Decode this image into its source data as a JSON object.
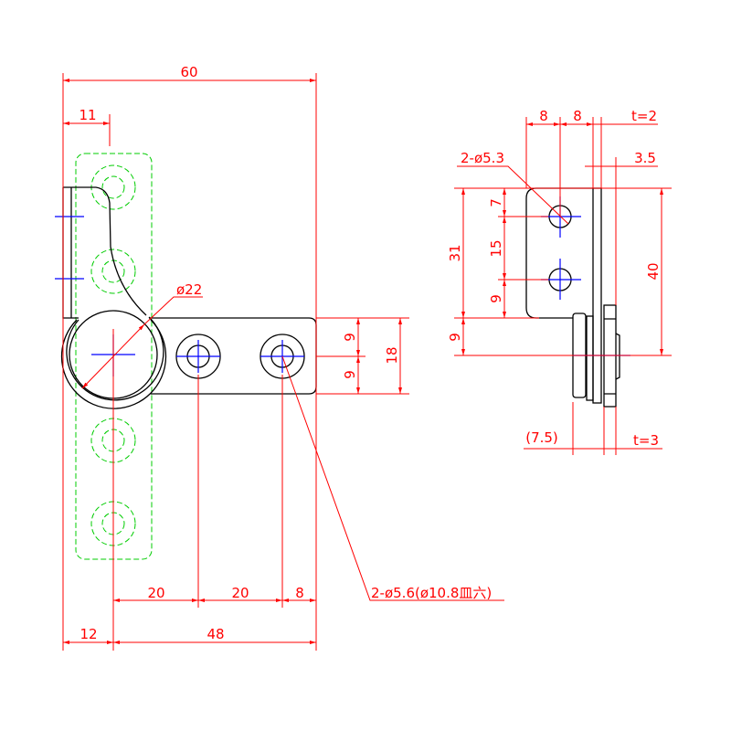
{
  "front_view": {
    "dims": {
      "overall_width": "60",
      "flange_offset": "11",
      "pivot_diameter": "ø22",
      "arm_half_top": "9",
      "arm_half_bottom": "9",
      "arm_height": "18",
      "hole_pitch_1": "20",
      "hole_pitch_2": "20",
      "end_margin": "8",
      "left_offset": "12",
      "arm_length": "48"
    },
    "hole_callout": "2-ø5.6(ø10.8皿六)"
  },
  "side_view": {
    "dims": {
      "hole_from_edge": "8",
      "hole_to_plate": "8",
      "plate_thickness": "t=2",
      "offset": "3.5",
      "hole_callout": "2-ø5.3",
      "top_to_hole": "7",
      "hole_pitch": "15",
      "hole_to_bottom": "9",
      "plate_height": "31",
      "bottom_to_center": "9",
      "total_height": "40",
      "washer_width": "(7.5)",
      "arm_thickness": "t=3"
    }
  },
  "colors": {
    "dimension": "#ff0000",
    "object": "#000000",
    "centerline": "#0000ff",
    "hidden": "#00cc00"
  }
}
